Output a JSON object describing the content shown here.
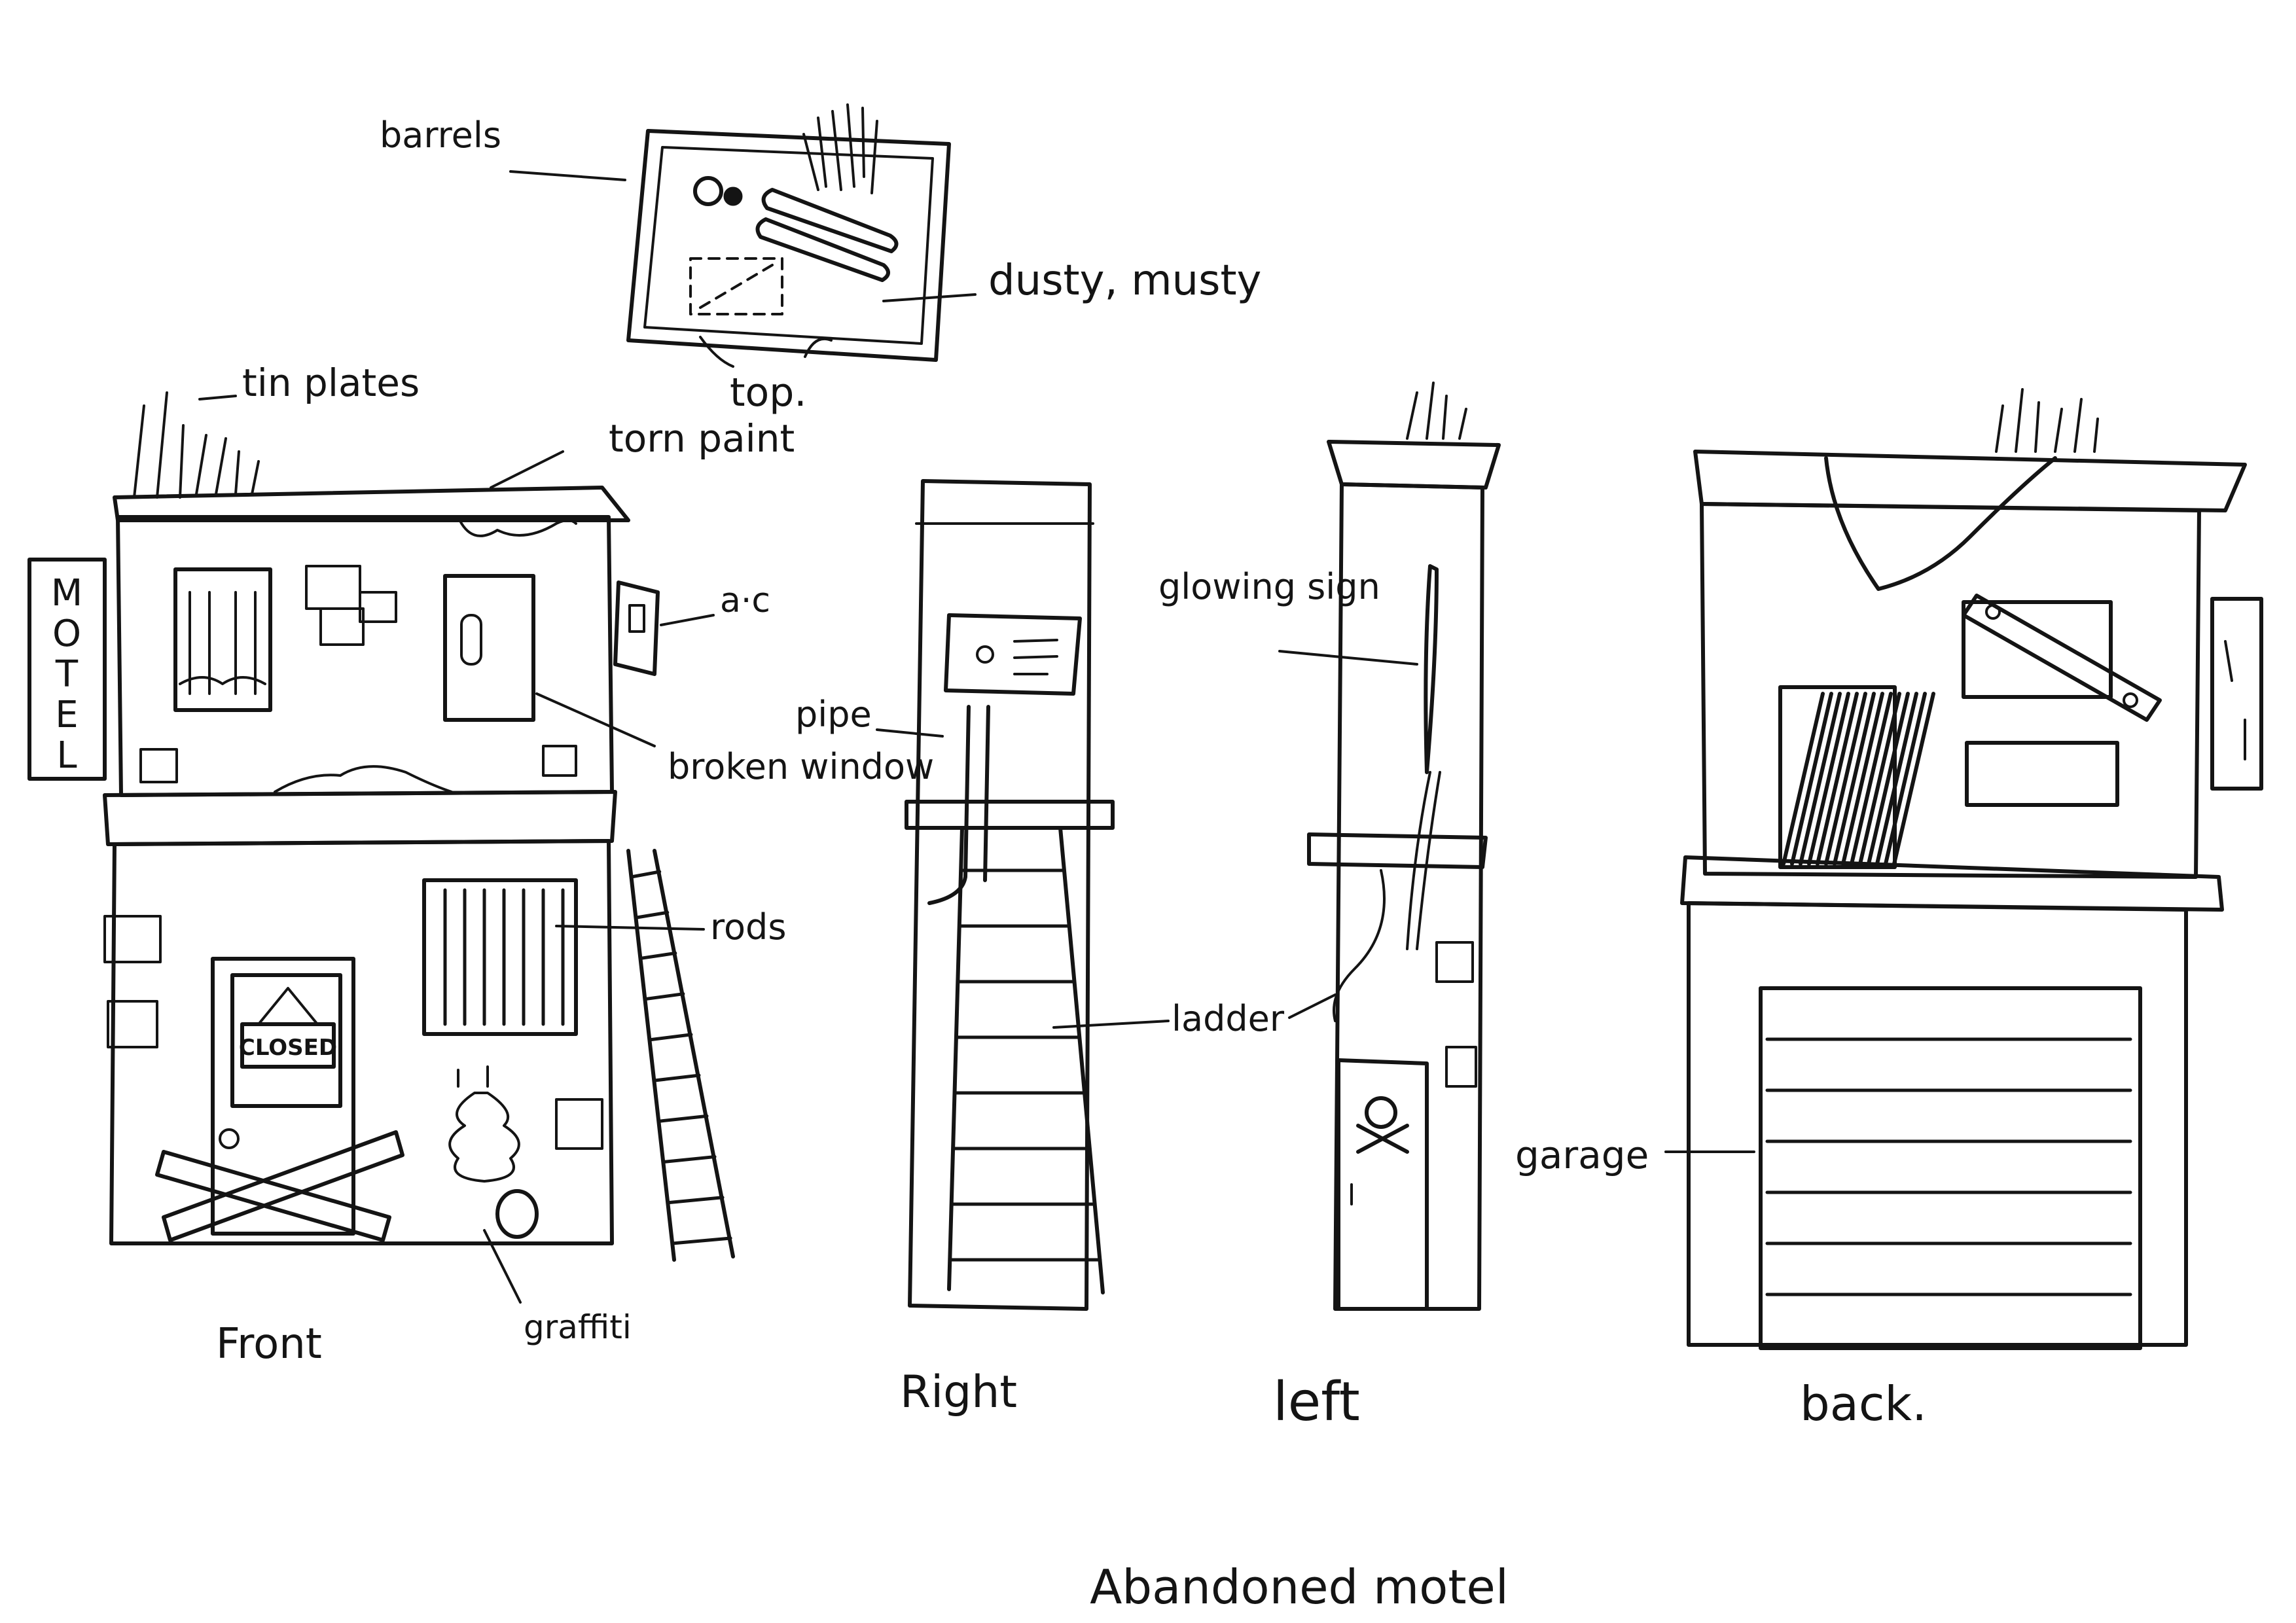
{
  "title": "Abandoned motel",
  "views": {
    "top": "top.",
    "front": "Front",
    "right": "Right",
    "left": "left",
    "back": "back."
  },
  "labels": {
    "barrels": "barrels",
    "dusty_musty": "dusty, musty",
    "tin_plates": "tin plates",
    "torn_paint": "torn paint",
    "ac": "a·c",
    "broken_window": "broken window",
    "rods": "rods",
    "graffiti": "graffiti",
    "pipe": "pipe",
    "ladder": "ladder",
    "glowing_sign": "glowing sign",
    "garage": "garage"
  },
  "signs": {
    "motel_vertical": "MOTEL",
    "closed": "CLOSED"
  },
  "colors": {
    "ink": "#141414",
    "paper": "#ffffff"
  }
}
